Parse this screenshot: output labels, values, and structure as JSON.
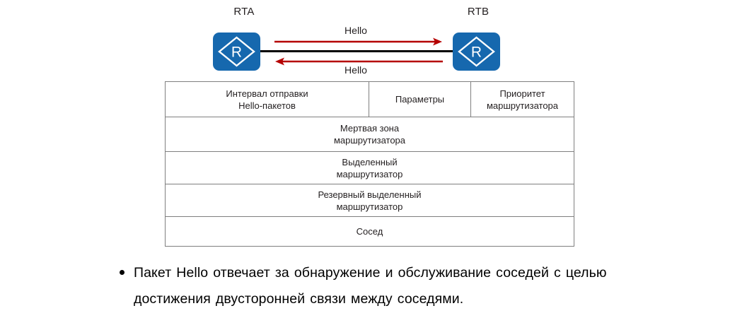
{
  "diagram": {
    "left_router_label": "RTA",
    "right_router_label": "RTB",
    "router_icon_letter": "R",
    "hello_top_label": "Hello",
    "hello_bottom_label": "Hello",
    "colors": {
      "router_blue": "#1668ae",
      "arrow_red": "#b50000",
      "link_black": "#000000",
      "table_border": "#7f7f7f"
    }
  },
  "table": {
    "rows": [
      {
        "cells": [
          "Интервал отправки\nHello-пакетов",
          "Параметры",
          "Приоритет\nмаршрутизатора"
        ]
      },
      {
        "cells": [
          "Мертвая зона\nмаршрутизатора"
        ]
      },
      {
        "cells": [
          "Выделенный\nмаршрутизатор"
        ]
      },
      {
        "cells": [
          "Резервный выделенный\nмаршрутизатор"
        ]
      },
      {
        "cells": [
          "Сосед"
        ]
      }
    ],
    "header_col1": "Интервал отправки",
    "header_col1_line2": "Hello-пакетов",
    "header_col2": "Параметры",
    "header_col3": "Приоритет",
    "header_col3_line2": "маршрутизатора",
    "row2_line1": "Мертвая зона",
    "row2_line2": "маршрутизатора",
    "row3_line1": "Выделенный",
    "row3_line2": "маршрутизатор",
    "row4_line1": "Резервный выделенный",
    "row4_line2": "маршрутизатор",
    "row5": "Сосед"
  },
  "notes": {
    "bullet_text": "Пакет Hello отвечает за обнаружение и обслуживание соседей с целью достижения двусторонней связи между соседями."
  }
}
